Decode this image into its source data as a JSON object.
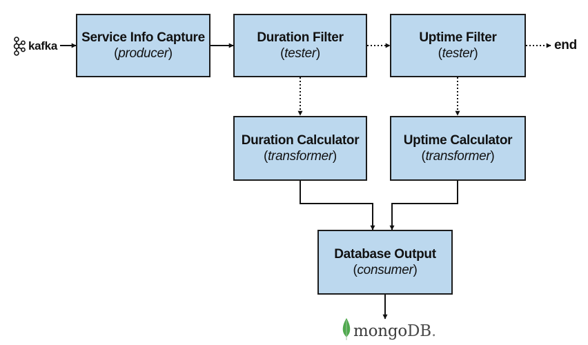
{
  "source": {
    "label": "kafka",
    "logo": "kafka-logo-icon"
  },
  "sink": {
    "label": "end"
  },
  "database": {
    "label_main": "mongo",
    "label_db": "DB",
    "label_dot": ".",
    "logo": "mongodb-leaf-icon"
  },
  "nodes": {
    "service_info_capture": {
      "title": "Service Info Capture",
      "role": "producer"
    },
    "duration_filter": {
      "title": "Duration Filter",
      "role": "tester"
    },
    "uptime_filter": {
      "title": "Uptime Filter",
      "role": "tester"
    },
    "duration_calculator": {
      "title": "Duration Calculator",
      "role": "transformer"
    },
    "uptime_calculator": {
      "title": "Uptime Calculator",
      "role": "transformer"
    },
    "database_output": {
      "title": "Database Output",
      "role": "consumer"
    }
  },
  "edges": [
    {
      "from": "kafka",
      "to": "service_info_capture",
      "style": "solid"
    },
    {
      "from": "service_info_capture",
      "to": "duration_filter",
      "style": "solid"
    },
    {
      "from": "duration_filter",
      "to": "uptime_filter",
      "style": "dotted"
    },
    {
      "from": "uptime_filter",
      "to": "end",
      "style": "dotted"
    },
    {
      "from": "duration_filter",
      "to": "duration_calculator",
      "style": "dotted"
    },
    {
      "from": "uptime_filter",
      "to": "uptime_calculator",
      "style": "dotted"
    },
    {
      "from": "duration_calculator",
      "to": "database_output",
      "style": "solid"
    },
    {
      "from": "uptime_calculator",
      "to": "database_output",
      "style": "solid"
    },
    {
      "from": "database_output",
      "to": "mongodb",
      "style": "solid"
    }
  ],
  "colors": {
    "box_fill": "#bcd8ee",
    "box_border": "#1b1b1b",
    "line": "#111111",
    "mongo_leaf": "#4fa94d"
  }
}
